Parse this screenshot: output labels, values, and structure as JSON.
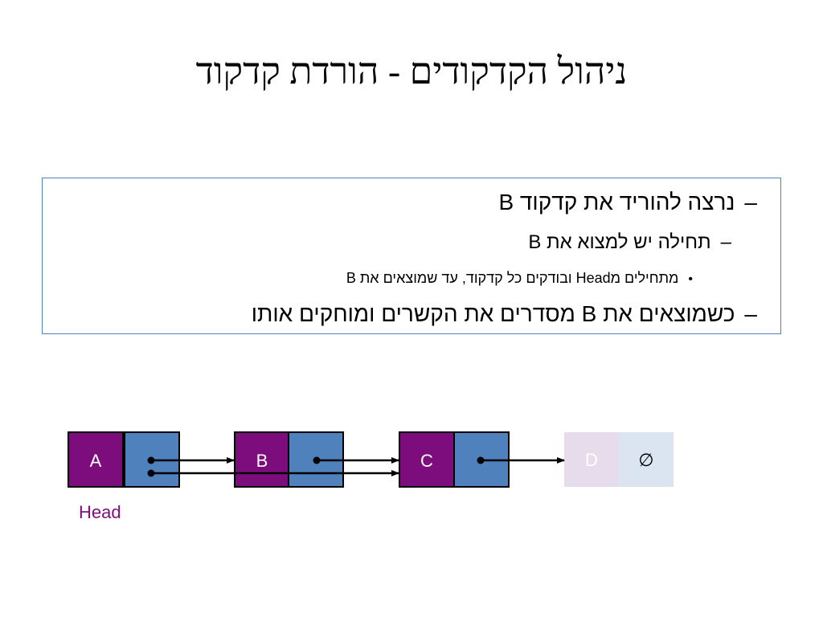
{
  "slide": {
    "title": "ניהול הקדקודים - הורדת קדקוד",
    "lines": [
      {
        "marker": "–",
        "text": "נרצה להוריד את קדקוד B"
      },
      {
        "marker": "–",
        "text": "תחילה יש למצוא את B"
      },
      {
        "marker": "•",
        "text": "מתחילים מHead ובודקים כל קדקוד, עד שמוצאים את B"
      },
      {
        "marker": "–",
        "text": "כשמוצאים את B מסדרים את הקשרים ומוחקים אותו"
      }
    ]
  },
  "diagram": {
    "nodes": [
      {
        "label": "A"
      },
      {
        "label": "B"
      },
      {
        "label": "C"
      },
      {
        "label": "D",
        "null_symbol": "∅"
      }
    ],
    "head_label": "Head",
    "colors": {
      "data_cell": "#7d0d7d",
      "pointer_cell": "#4f81bd",
      "faded_data_cell": "#e6dceb",
      "faded_pointer_cell": "#dbe5f1",
      "frame_border": "#4f81bd"
    }
  }
}
